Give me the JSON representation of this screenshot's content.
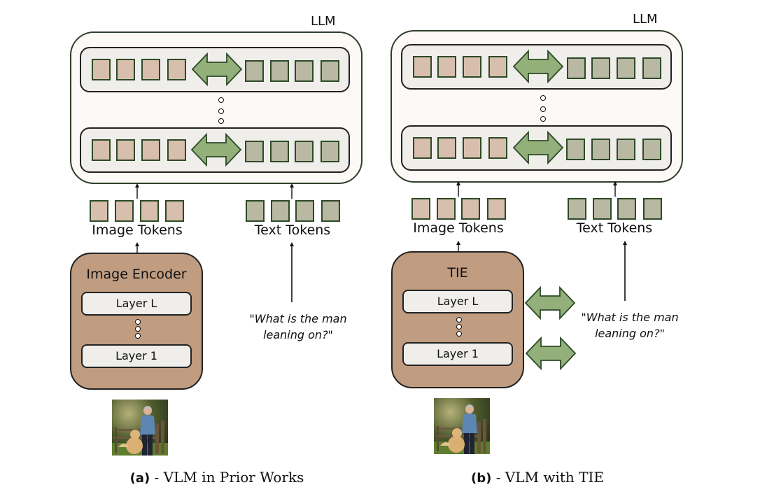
{
  "panels": [
    {
      "id": "a",
      "llm_label": "LLM",
      "image_tokens_label": "Image Tokens",
      "text_tokens_label": "Text Tokens",
      "encoder_title": "Image Encoder",
      "encoder_layers": [
        "Layer L",
        "Layer 1"
      ],
      "question": [
        "\"What is the man",
        "leaning on?\""
      ],
      "caption_tag": "(a)",
      "caption_text": " - VLM in Prior Works",
      "has_interaction_arrows": false
    },
    {
      "id": "b",
      "llm_label": "LLM",
      "image_tokens_label": "Image Tokens",
      "text_tokens_label": "Text Tokens",
      "encoder_title": "TIE",
      "encoder_layers": [
        "Layer L",
        "Layer 1"
      ],
      "question": [
        "\"What is the man",
        "leaning on?\""
      ],
      "caption_tag": "(b)",
      "caption_text": " - VLM with TIE",
      "has_interaction_arrows": true
    }
  ],
  "tokens_per_group": 4,
  "colors": {
    "image_token": "#d8bfad",
    "text_token": "#b8b8a3",
    "arrow_fill": "#93b07b",
    "arrow_stroke": "#2d4a26",
    "encoder_fill": "#c09c80",
    "llm_fill": "#fcf9f6",
    "layer_fill": "#efeeeb"
  },
  "input_image": "photo: man in blue t-shirt leaning on wooden fence with golden retriever"
}
